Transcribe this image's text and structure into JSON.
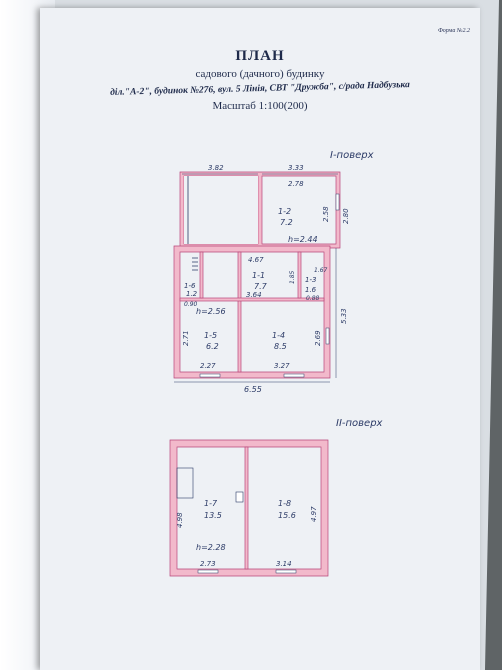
{
  "document": {
    "form_number": "Форма №2.2",
    "title": "ПЛАН",
    "subtitle": "садового (дачного) будинку",
    "address": "діл.\"А-2\", будинок №276, вул. 5 Лінія, СВТ \"Дружба\", с/рада Надбузька",
    "scale": "Масштаб 1:100(200)"
  },
  "floor1": {
    "label": "I-поверх",
    "rooms": [
      {
        "num": "1-1",
        "area": "7.7"
      },
      {
        "num": "1-2",
        "area": "7.2"
      },
      {
        "num": "1-3",
        "area": "1.6"
      },
      {
        "num": "1-4",
        "area": "8.5"
      },
      {
        "num": "1-5",
        "area": "6.2"
      },
      {
        "num": "1-6",
        "area": "1.2"
      }
    ],
    "heights": {
      "main": "h=2.56",
      "annex": "h=2.44"
    },
    "dims": [
      "3.82",
      "3.33",
      "2.78",
      "2.58",
      "2.80",
      "4.67",
      "1.85",
      "1.67",
      "0.88",
      "3.64",
      "0.90",
      "2.71",
      "2.69",
      "2.27",
      "3.27",
      "6.55",
      "5.33"
    ]
  },
  "floor2": {
    "label": "II-поверх",
    "rooms": [
      {
        "num": "1-7",
        "area": "13.5"
      },
      {
        "num": "1-8",
        "area": "15.6"
      }
    ],
    "height": "h=2.28",
    "dims": [
      "4.98",
      "4.97",
      "2.73",
      "3.14"
    ]
  }
}
